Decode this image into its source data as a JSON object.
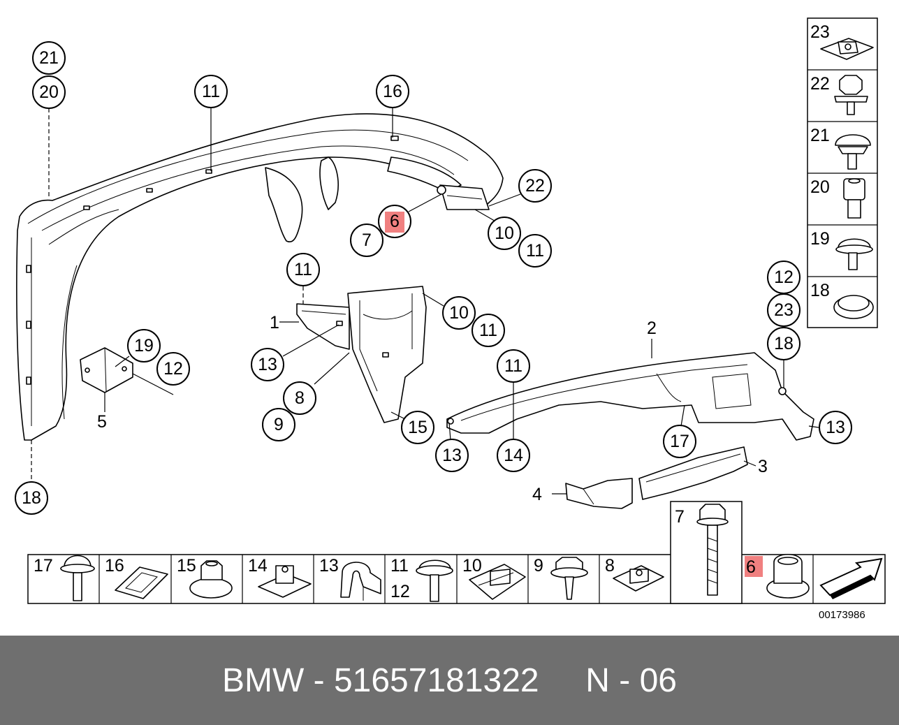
{
  "callouts": {
    "c_21_top": "21",
    "c_20_top": "20",
    "c_11_fender": "11",
    "c_16": "16",
    "c_22": "22",
    "c_6": "6",
    "c_7": "7",
    "c_10_a": "10",
    "c_11_a": "11",
    "c_11_b": "11",
    "c_10_b": "10",
    "c_11_c": "11",
    "c_19": "19",
    "c_12_a": "12",
    "c_13_a": "13",
    "c_8": "8",
    "c_9": "9",
    "c_15": "15",
    "c_18_bottom": "18",
    "c_12_b": "12",
    "c_23": "23",
    "c_18_b": "18",
    "c_11_d": "11",
    "c_13_b": "13",
    "c_14": "14",
    "c_17": "17",
    "c_13_c": "13"
  },
  "plain_labels": {
    "l_1": "1",
    "l_2": "2",
    "l_3": "3",
    "l_4": "4",
    "l_5": "5"
  },
  "side_panel": [
    "23",
    "22",
    "21",
    "20",
    "19",
    "18"
  ],
  "strip": [
    "17",
    "16",
    "15",
    "14",
    "13",
    "11",
    "12",
    "10",
    "9",
    "8",
    "7",
    "6"
  ],
  "diagram_id": "00173986",
  "footer": {
    "text": "BMW - 51657181322     N - 06"
  },
  "colors": {
    "highlight": "#f08080",
    "footer_bg": "#6f6f6f"
  }
}
